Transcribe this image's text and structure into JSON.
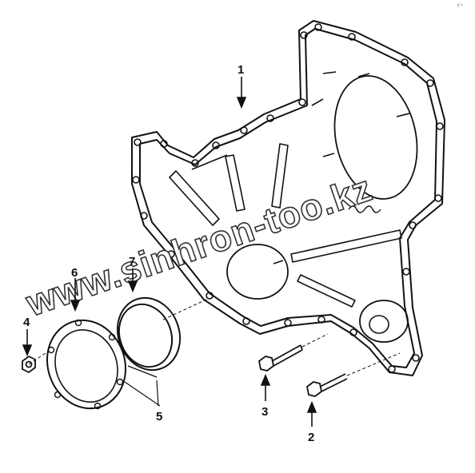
{
  "corner_mark": "r~",
  "watermark": "www.sinhron-too.kz",
  "callouts": {
    "c1": "1",
    "c2": "2",
    "c3": "3",
    "c4": "4",
    "c5": "5",
    "c6": "6",
    "c7": "7"
  },
  "colors": {
    "line": "#111111",
    "paper": "#ffffff",
    "shade": "#d8d8d8"
  }
}
